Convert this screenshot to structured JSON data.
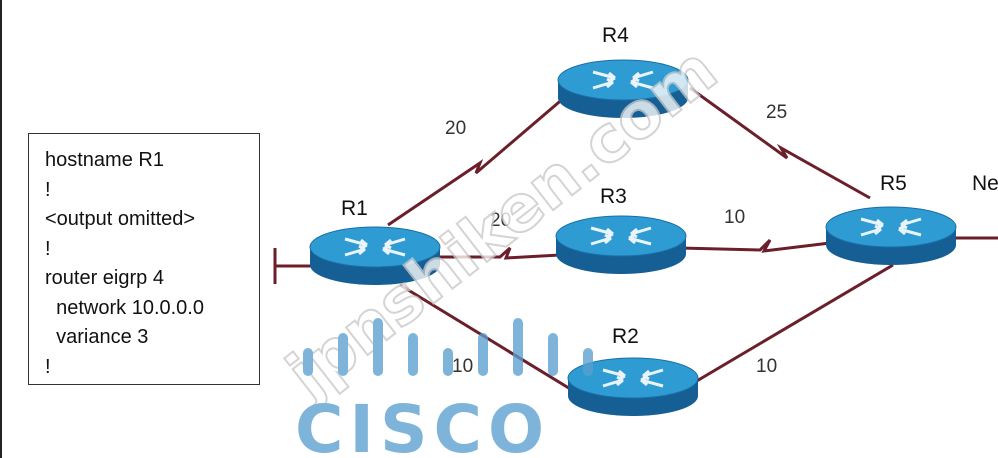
{
  "config": {
    "lines": [
      "hostname R1",
      "!",
      "<output omitted>",
      "!",
      "router eigrp 4",
      "  network 10.0.0.0",
      "  variance 3",
      "!"
    ]
  },
  "routers": [
    {
      "id": "r4",
      "label": "R4"
    },
    {
      "id": "r1",
      "label": "R1"
    },
    {
      "id": "r3",
      "label": "R3"
    },
    {
      "id": "r5",
      "label": "R5"
    },
    {
      "id": "r2",
      "label": "R2"
    }
  ],
  "links": [
    {
      "id": "r1-r4",
      "metric": "20"
    },
    {
      "id": "r4-r5",
      "metric": "25"
    },
    {
      "id": "r1-r3",
      "metric": "20"
    },
    {
      "id": "r3-r5",
      "metric": "10"
    },
    {
      "id": "r1-r2",
      "metric": "10"
    },
    {
      "id": "r2-r5",
      "metric": "10"
    }
  ],
  "network_label": "Ne",
  "watermark": {
    "site": "jpnshiken.com",
    "logo": "CISCO",
    "color": "#5aa0d0"
  },
  "colors": {
    "link": "#6b1f2a",
    "router_top": "#2f9bd3",
    "router_side": "#155f94"
  }
}
